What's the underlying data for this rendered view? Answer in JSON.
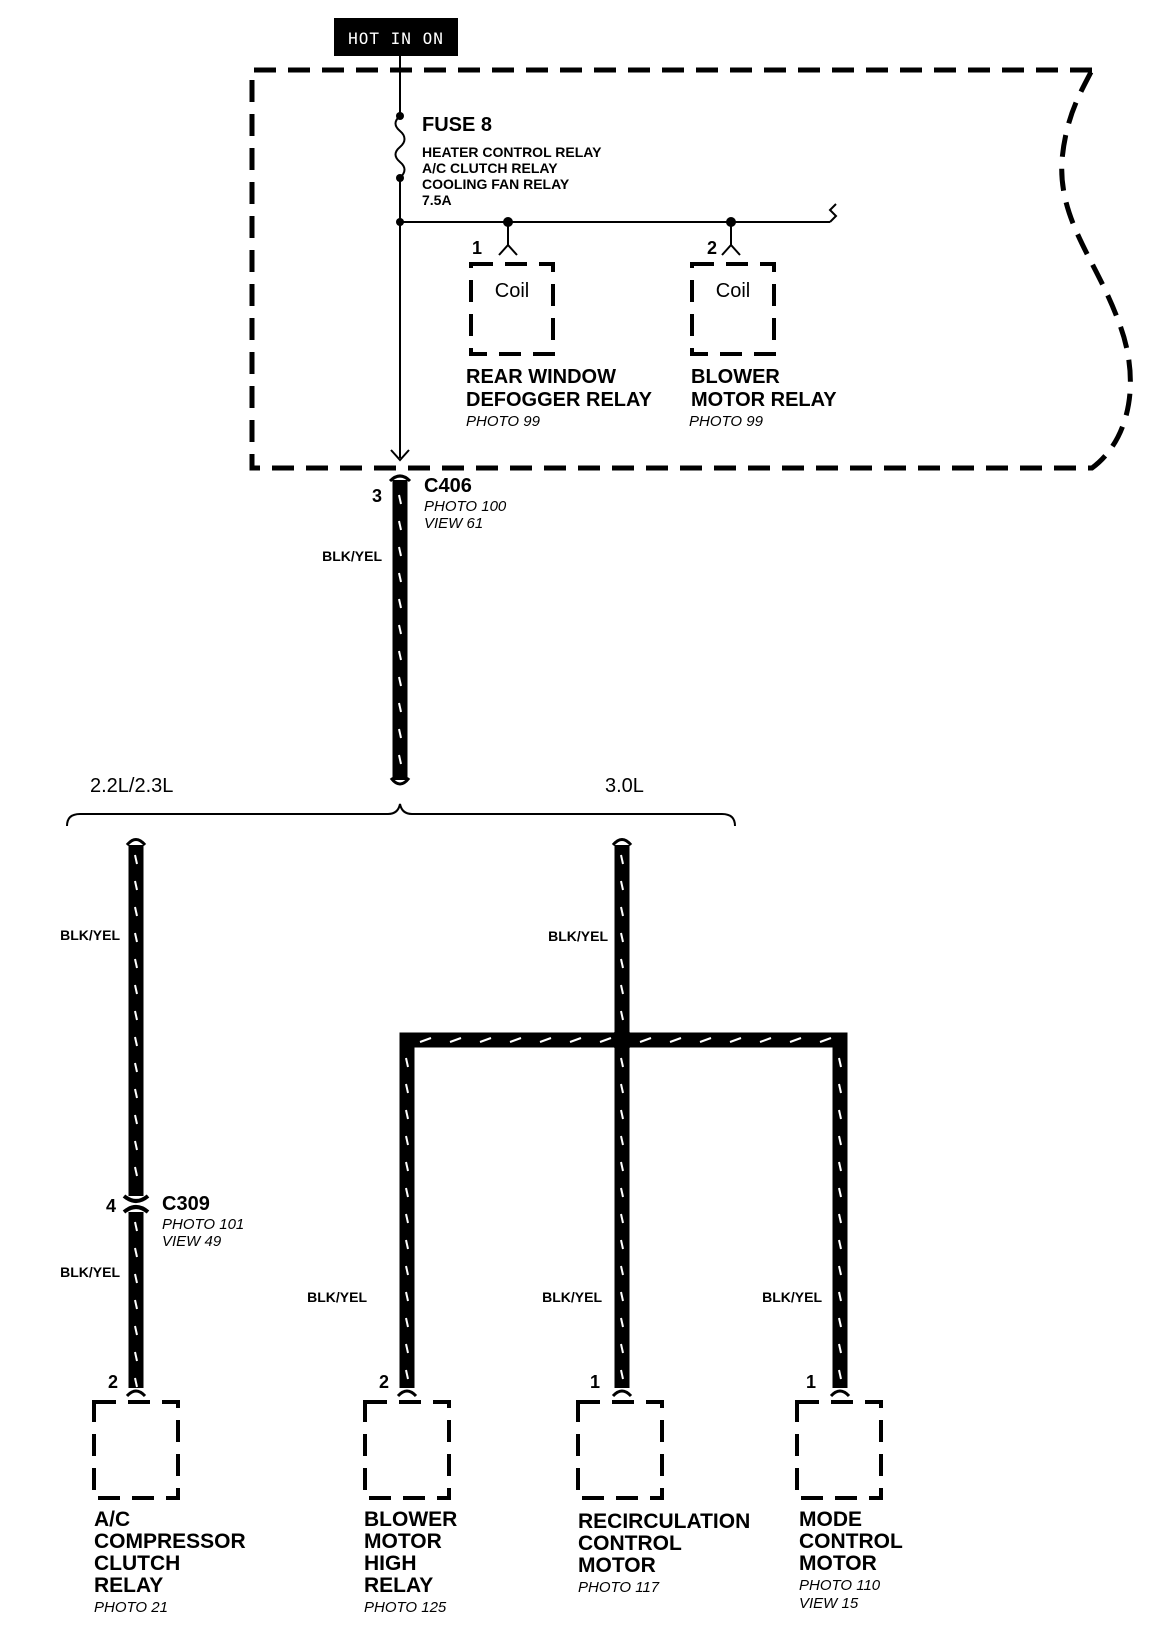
{
  "header": {
    "label": "HOT IN ON"
  },
  "fuse": {
    "title": "FUSE 8",
    "lines": [
      "HEATER CONTROL RELAY",
      "A/C CLUTCH RELAY",
      "COOLING FAN RELAY",
      "7.5A"
    ]
  },
  "relays": [
    {
      "pin": "1",
      "coil": "Coil",
      "name_lines": [
        "REAR WINDOW",
        "DEFOGGER RELAY"
      ],
      "photo": "PHOTO 99"
    },
    {
      "pin": "2",
      "coil": "Coil",
      "name_lines": [
        "BLOWER",
        "MOTOR RELAY"
      ],
      "photo": "PHOTO 99"
    }
  ],
  "connectors": {
    "c406": {
      "pin": "3",
      "name": "C406",
      "photo": "PHOTO 100",
      "view": "VIEW 61"
    },
    "c309": {
      "pin": "4",
      "name": "C309",
      "photo": "PHOTO 101",
      "view": "VIEW 49"
    }
  },
  "wire_color": "BLK/YEL",
  "variants": {
    "left": "2.2L/2.3L",
    "right": "3.0L"
  },
  "components": [
    {
      "pin": "2",
      "name_lines": [
        "A/C",
        "COMPRESSOR",
        "CLUTCH",
        "RELAY"
      ],
      "photo_lines": [
        "PHOTO 21"
      ]
    },
    {
      "pin": "2",
      "name_lines": [
        "BLOWER",
        "MOTOR",
        "HIGH",
        "RELAY"
      ],
      "photo_lines": [
        "PHOTO 125"
      ]
    },
    {
      "pin": "1",
      "name_lines": [
        "RECIRCULATION",
        "CONTROL",
        "MOTOR"
      ],
      "photo_lines": [
        "PHOTO 117"
      ]
    },
    {
      "pin": "1",
      "name_lines": [
        "MODE",
        "CONTROL",
        "MOTOR"
      ],
      "photo_lines": [
        "PHOTO 110",
        "VIEW 15"
      ]
    }
  ]
}
